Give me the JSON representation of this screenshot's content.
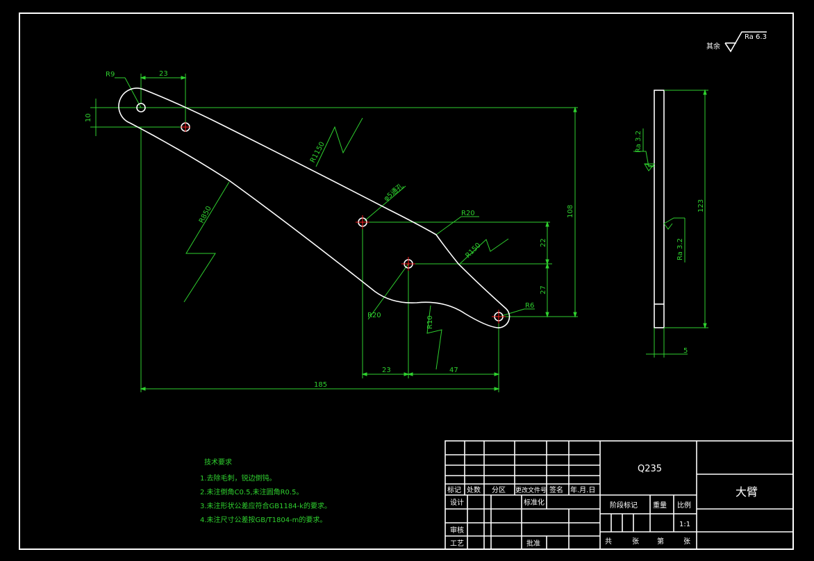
{
  "surface_finish": {
    "label": "其余",
    "value": "Ra 6.3"
  },
  "dimensions": {
    "r9": "R9",
    "d23_top": "23",
    "d10": "10",
    "r1150": "R1150",
    "r850": "R850",
    "hole": "φ5通孔",
    "r20_upper": "R20",
    "r150": "R150",
    "r20_lower": "R20",
    "r10": "R10",
    "r6": "R6",
    "d22": "22",
    "d27": "27",
    "d108": "108",
    "d23_bottom": "23",
    "d47": "47",
    "d185": "185",
    "d123": "123",
    "d5": "5",
    "ra32_top": "Ra 3.2",
    "ra32_mid": "Ra 3.2"
  },
  "tech_requirements": {
    "title": "技术要求",
    "items": [
      "1.去除毛刺，锐边倒钝。",
      "2.未注倒角C0.5,未注圆角R0.5。",
      "3.未注形状公差应符合GB1184-k的要求。",
      "4.未注尺寸公差按GB/T1804-m的要求。"
    ]
  },
  "title_block": {
    "material": "Q235",
    "part_name": "大臂",
    "rev_headers": [
      "标记",
      "处数",
      "分区",
      "更改文件号",
      "签名",
      "年.月.日"
    ],
    "design": "设计",
    "standardize": "标准化",
    "review": "审核",
    "process": "工艺",
    "approve": "批准",
    "stage_mark": "阶段标记",
    "weight": "重量",
    "scale": "比例",
    "scale_value": "1:1",
    "total": "共",
    "sheets": "张",
    "page": "第",
    "sheets2": "张"
  }
}
